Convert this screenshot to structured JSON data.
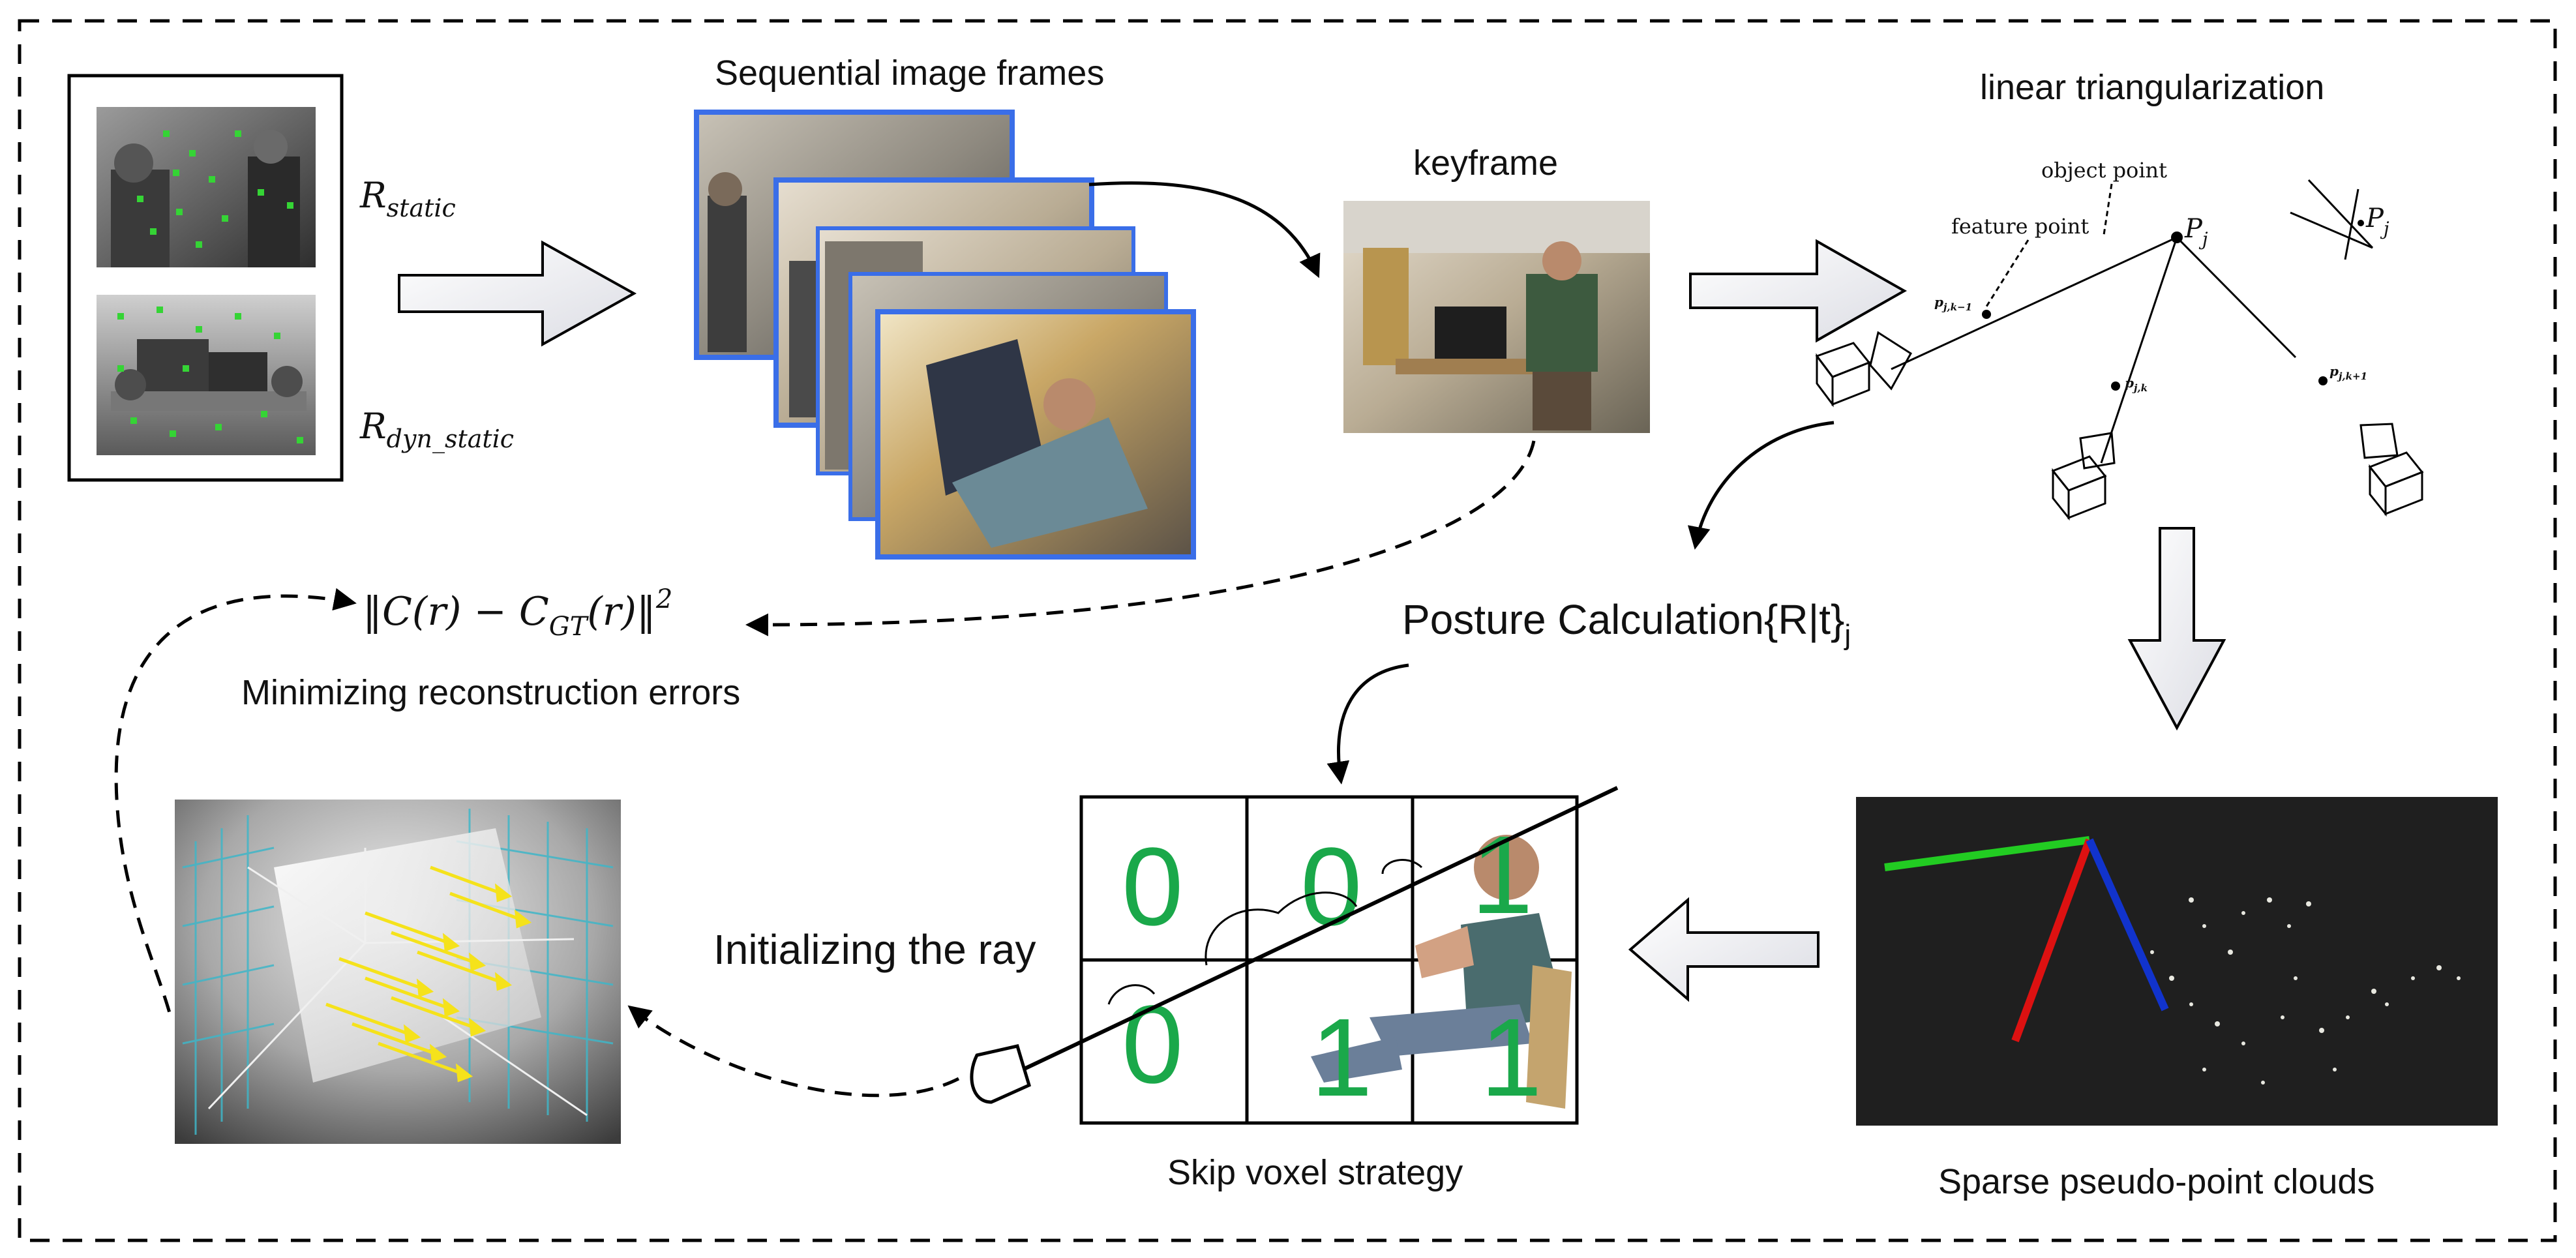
{
  "labels": {
    "sequential_frames": "Sequential image frames",
    "keyframe": "keyframe",
    "linear_triangulation": "linear triangularization",
    "object_point": "object point",
    "feature_point": "feature point",
    "pj": "P",
    "pj_sub": "j",
    "pj_right": "P",
    "pj_right_sub": "j",
    "p_jk_minus": "p",
    "p_jk_minus_sub": "j,k−1",
    "p_jk": "p",
    "p_jk_sub": "j,k",
    "p_jk_plus": "p",
    "p_jk_plus_sub": "j,k+1",
    "r_static": "R",
    "r_static_sub": "static",
    "r_dyn_static": "R",
    "r_dyn_static_sub": "dyn_static",
    "loss_formula_prefix": "‖C(r) − C",
    "loss_formula_sub": "GT",
    "loss_formula_suffix": "(r)‖",
    "loss_formula_sup": "2",
    "minimizing_errors": "Minimizing reconstruction errors",
    "posture_calc": "Posture Calculation{R|t}",
    "posture_calc_sub": "j",
    "initializing_ray": "Initializing the ray",
    "skip_voxel": "Skip voxel strategy",
    "sparse_clouds": "Sparse pseudo-point clouds"
  },
  "voxel_grid": {
    "cells": [
      "0",
      "0",
      "1",
      "0",
      "1",
      "1"
    ]
  },
  "colors": {
    "frame_border": "#3a6ee8",
    "voxel_digit": "#1aa84a",
    "axis_green": "#22cc22",
    "axis_red": "#dd1111",
    "axis_blue": "#1133cc",
    "ray_arrows": "#f5e21b",
    "grid_lines": "#3fb6c8"
  }
}
